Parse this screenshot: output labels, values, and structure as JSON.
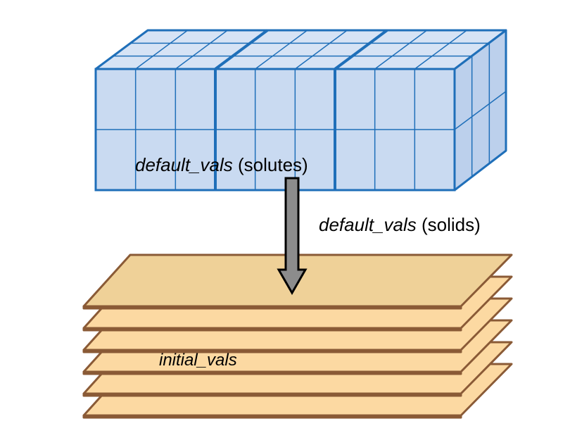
{
  "colors": {
    "grid_fill": "#c9daf1",
    "grid_top_fill": "#d6e3f5",
    "grid_side_fill": "#bcd0ec",
    "grid_stroke": "#1f6fb9",
    "layer_fill": "#fcd9a2",
    "layer_top_fill": "#efd198",
    "layer_stroke": "#8a5a36",
    "arrow_fill": "#8c8c8c",
    "arrow_stroke": "#000000"
  },
  "labels": {
    "solutes": {
      "italic": "default_vals",
      "plain": " (solutes)"
    },
    "solids": {
      "italic": "default_vals",
      "plain": " (solids)"
    },
    "initial": {
      "italic": "initial_vals"
    }
  },
  "icons": {
    "grid_block": "3d-grid-block-icon",
    "layer_stack": "layer-stack-icon",
    "arrow": "down-arrow-icon"
  }
}
